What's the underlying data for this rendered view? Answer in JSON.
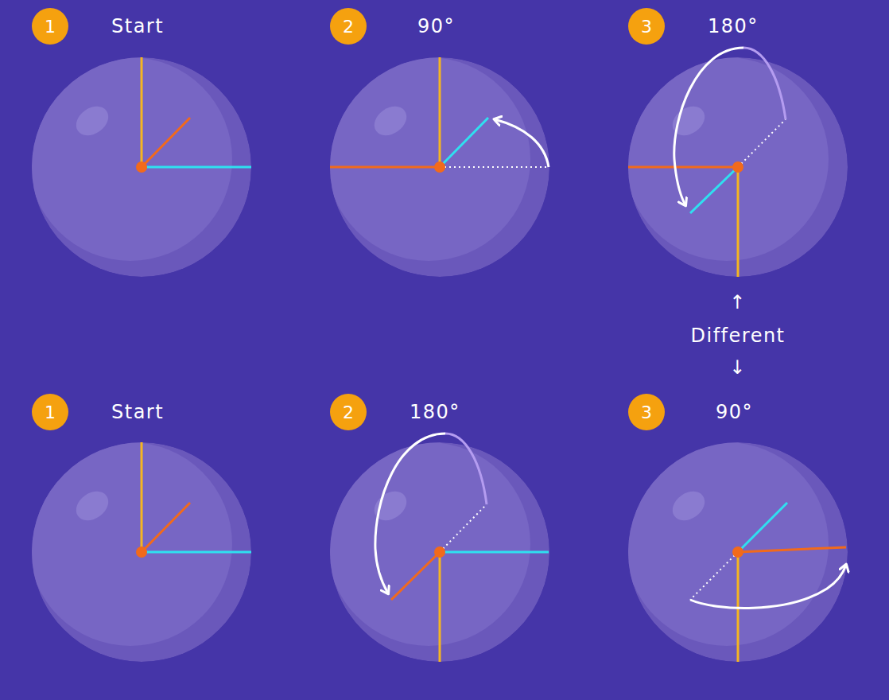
{
  "diagram": {
    "nodes": [
      {
        "text": [
          "1",
          "Start"
        ]
      },
      {
        "text": [
          "2",
          "90°"
        ]
      },
      {
        "text": [
          "3",
          "180°"
        ]
      },
      {
        "text": [
          "1",
          "Start"
        ]
      },
      {
        "text": [
          "2",
          "180°"
        ]
      },
      {
        "text": [
          "3",
          "90°"
        ]
      }
    ],
    "labels": [
      "↑",
      "Different",
      "↓"
    ]
  }
}
